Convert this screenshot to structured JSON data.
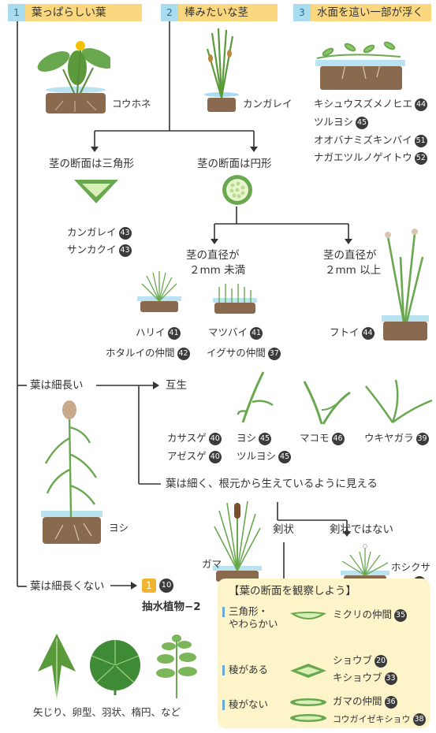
{
  "header1": {
    "num": "1",
    "label": "葉っぱらしい葉"
  },
  "header2": {
    "num": "2",
    "label": "棒みたいな茎"
  },
  "header3": {
    "num": "3",
    "label": "水面を這い一部が浮く"
  },
  "plant_kouhone": "コウホネ",
  "plant_kangarei_top": "カンガレイ",
  "group3": [
    {
      "name": "キシュウスズメノヒエ",
      "num": "44"
    },
    {
      "name": "ツルヨシ",
      "num": "45"
    },
    {
      "name": "オオバナミズキンバイ",
      "num": "51"
    },
    {
      "name": "ナガエツルノゲイトウ",
      "num": "52"
    }
  ],
  "stem_triangle": "茎の断面は三角形",
  "stem_round": "茎の断面は円形",
  "triangle_list": [
    {
      "name": "カンガレイ",
      "num": "43"
    },
    {
      "name": "サンカクイ",
      "num": "43"
    }
  ],
  "dia_under_line1": "茎の直径が",
  "dia_under_line2": "２mm 未満",
  "dia_over_line1": "茎の直径が",
  "dia_over_line2": "２mm 以上",
  "hari": {
    "name": "ハリイ",
    "num": "41"
  },
  "hotarui": {
    "name": "ホタルイの仲間",
    "num": "42"
  },
  "matsubai": {
    "name": "マツバイ",
    "num": "41"
  },
  "igusa": {
    "name": "イグサの仲間",
    "num": "37"
  },
  "futoi": {
    "name": "フトイ",
    "num": "44"
  },
  "leaf_long": "葉は細長い",
  "alternate": "互生",
  "alt_list": [
    {
      "name": "カサスゲ",
      "num": "40"
    },
    {
      "name": "ヨシ",
      "num": "45"
    },
    {
      "name": "マコモ",
      "num": "46"
    },
    {
      "name": "ウキヤガラ",
      "num": "39"
    },
    {
      "name": "アゼスゲ",
      "num": "40"
    },
    {
      "name": "ツルヨシ",
      "num": "45"
    }
  ],
  "yoshi_label": "ヨシ",
  "root_leaves": "葉は細く、根元から生えているように見える",
  "sword": "剣状",
  "not_sword": "剣状ではない",
  "gama": "ガマ",
  "hoshikusa": {
    "name": "ホシクサ",
    "num": "38"
  },
  "leaf_not_long": "葉は細長くない",
  "goto_box": "1",
  "goto_num": "10",
  "section_title": "抽水植物−2",
  "bottom_caption": "矢じり、卵型、羽状、楕円、など",
  "observe": {
    "title": "【葉の断面を観察しよう】",
    "rows": [
      {
        "label1": "三角形・",
        "label2": "やわらかい",
        "items": [
          {
            "name": "ミクリの仲間",
            "num": "35"
          }
        ]
      },
      {
        "label1": "稜がある",
        "label2": "",
        "items": [
          {
            "name": "ショウブ",
            "num": "20"
          },
          {
            "name": "キショウブ",
            "num": "33"
          }
        ]
      },
      {
        "label1": "稜がない",
        "label2": "",
        "items": [
          {
            "name": "ガマの仲間",
            "num": "36"
          },
          {
            "name": "コウガイゼキショウ",
            "num": "38"
          }
        ]
      }
    ]
  },
  "colors": {
    "header_bg": "#fbd77f",
    "num_bg": "#a9dcef",
    "plant_green": "#5a9a3a",
    "soil": "#8a6a4e",
    "panel_bg": "#fdf4c9"
  }
}
